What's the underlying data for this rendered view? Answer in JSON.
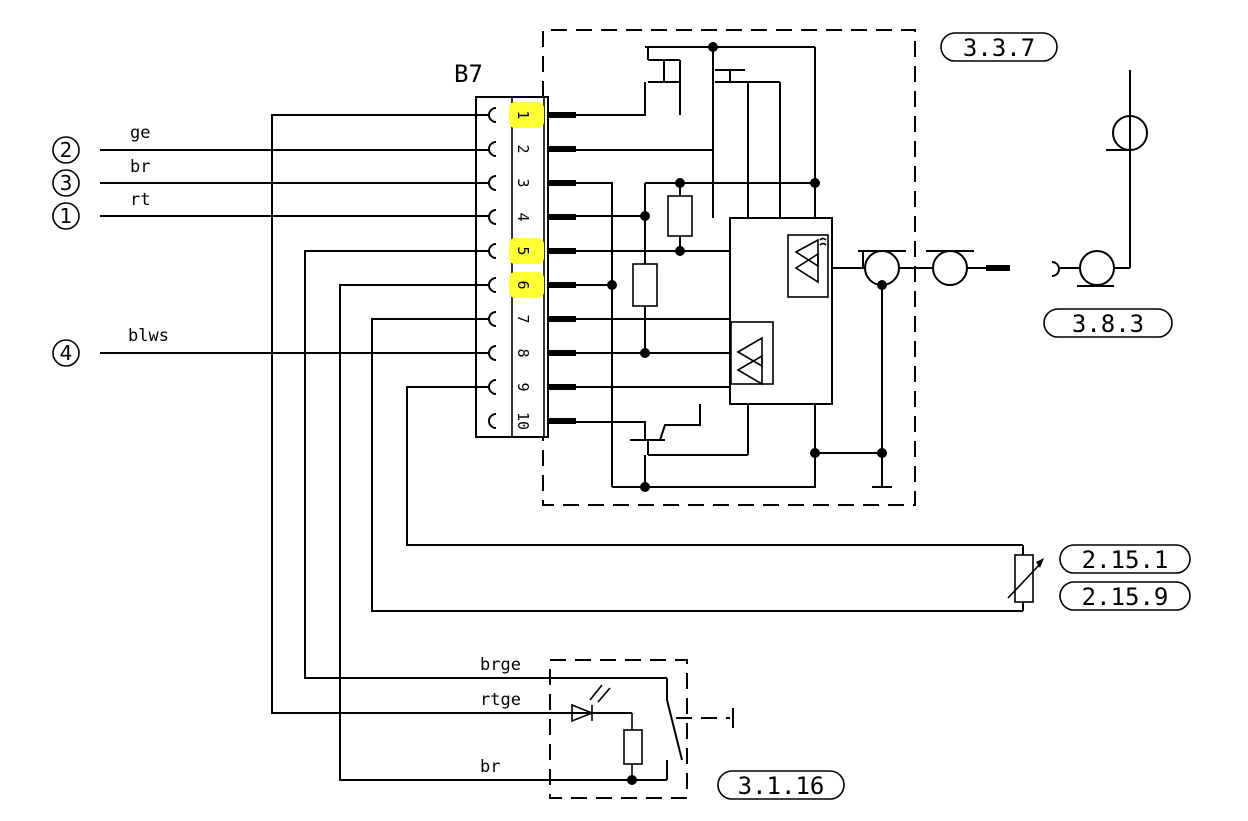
{
  "connector": {
    "name": "B7",
    "pins": [
      "1",
      "2",
      "3",
      "4",
      "5",
      "6",
      "7",
      "8",
      "9",
      "10"
    ],
    "highlight_color": "#ffff33",
    "highlighted_pins": [
      "1",
      "5",
      "6"
    ]
  },
  "inputs": [
    {
      "number": "2",
      "color": "ge"
    },
    {
      "number": "3",
      "color": "br"
    },
    {
      "number": "1",
      "color": "rt"
    },
    {
      "number": "4",
      "color": "blws"
    }
  ],
  "switch_wires": {
    "top": "brge",
    "middle": "rtge",
    "bottom": "br"
  },
  "references": {
    "module": "3.3.7",
    "antenna": "3.8.3",
    "sensor_a": "2.15.1",
    "sensor_b": "2.15.9",
    "switch": "3.1.16"
  }
}
